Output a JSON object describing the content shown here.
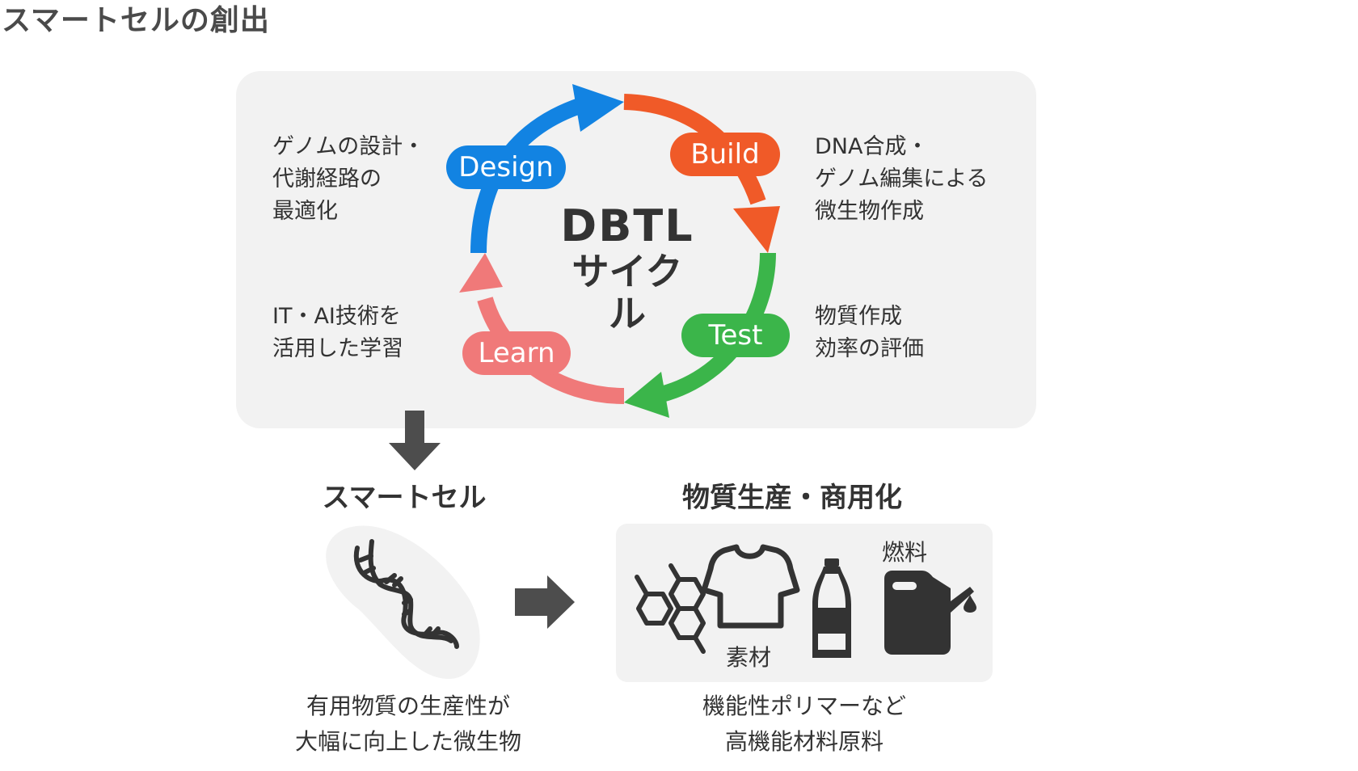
{
  "page": {
    "title": "スマートセルの創出"
  },
  "cycle": {
    "center_title_line1": "DBTL",
    "center_title_line2": "サイクル",
    "stages": [
      {
        "key": "design",
        "label": "Design",
        "color": "#1283e2",
        "description": "ゲノムの設計・\n代謝経路の\n最適化"
      },
      {
        "key": "build",
        "label": "Build",
        "color": "#f05a28",
        "description": "DNA合成・\nゲノム編集による\n微生物作成"
      },
      {
        "key": "test",
        "label": "Test",
        "color": "#3bb54a",
        "description": "物質作成\n効率の評価"
      },
      {
        "key": "learn",
        "label": "Learn",
        "color": "#f07979",
        "description": "IT・AI技術を\n活用した学習"
      }
    ]
  },
  "smart_cell": {
    "heading": "スマートセル",
    "caption": "有用物質の生産性が\n大幅に向上した微生物",
    "icon": "dna-helix-icon"
  },
  "production": {
    "heading": "物質生産・商用化",
    "caption": "機能性ポリマーなど\n高機能材料原料",
    "materials_label": "素材",
    "fuel_label": "燃料",
    "icons": [
      "molecule-icon",
      "tshirt-icon",
      "bottle-icon",
      "fuel-can-icon"
    ]
  },
  "colors": {
    "panel_bg": "#f2f2f2",
    "text": "#333333",
    "arrow": "#4d4d4d"
  }
}
